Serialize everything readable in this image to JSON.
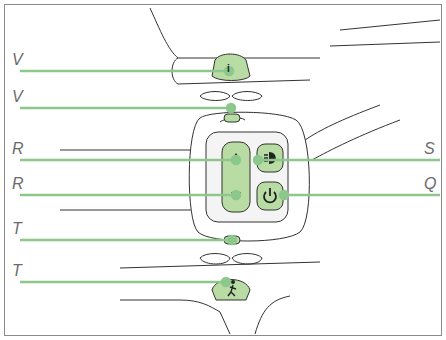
{
  "diagram": {
    "labels": [
      "V",
      "i",
      "V",
      "R",
      "S",
      "R",
      "Q",
      "T",
      "T"
    ]
  }
}
